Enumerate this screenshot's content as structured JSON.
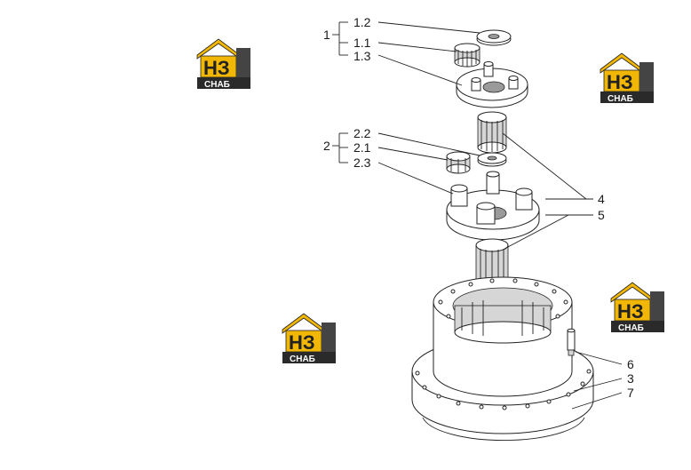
{
  "labels": {
    "group1": "1",
    "l1_2": "1.2",
    "l1_1": "1.1",
    "l1_3": "1.3",
    "group2": "2",
    "l2_2": "2.2",
    "l2_1": "2.1",
    "l2_3": "2.3",
    "l4": "4",
    "l5": "5",
    "l6": "6",
    "l3": "3",
    "l7": "7"
  },
  "watermark": {
    "letters": "НЗ",
    "word": "СНАБ",
    "accent_color": "#f2b705",
    "dark_color": "#222222"
  }
}
